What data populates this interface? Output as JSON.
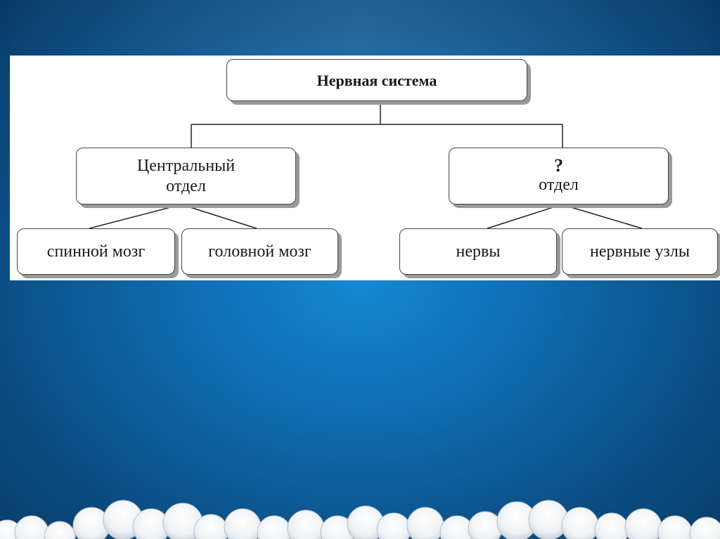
{
  "diagram": {
    "root": "Нервная система",
    "central": {
      "line1": "Центральный",
      "line2": "отдел"
    },
    "peripheral": {
      "line1": "?",
      "line2": "отдел"
    },
    "central_children": [
      "спинной мозг",
      "головной мозг"
    ],
    "peripheral_children": [
      "нервы",
      "нервные узлы"
    ]
  },
  "colors": {
    "background": "#0f6cb0",
    "panel": "#ffffff",
    "box_border": "#444444",
    "box_shadow": "#9a9a9a"
  }
}
